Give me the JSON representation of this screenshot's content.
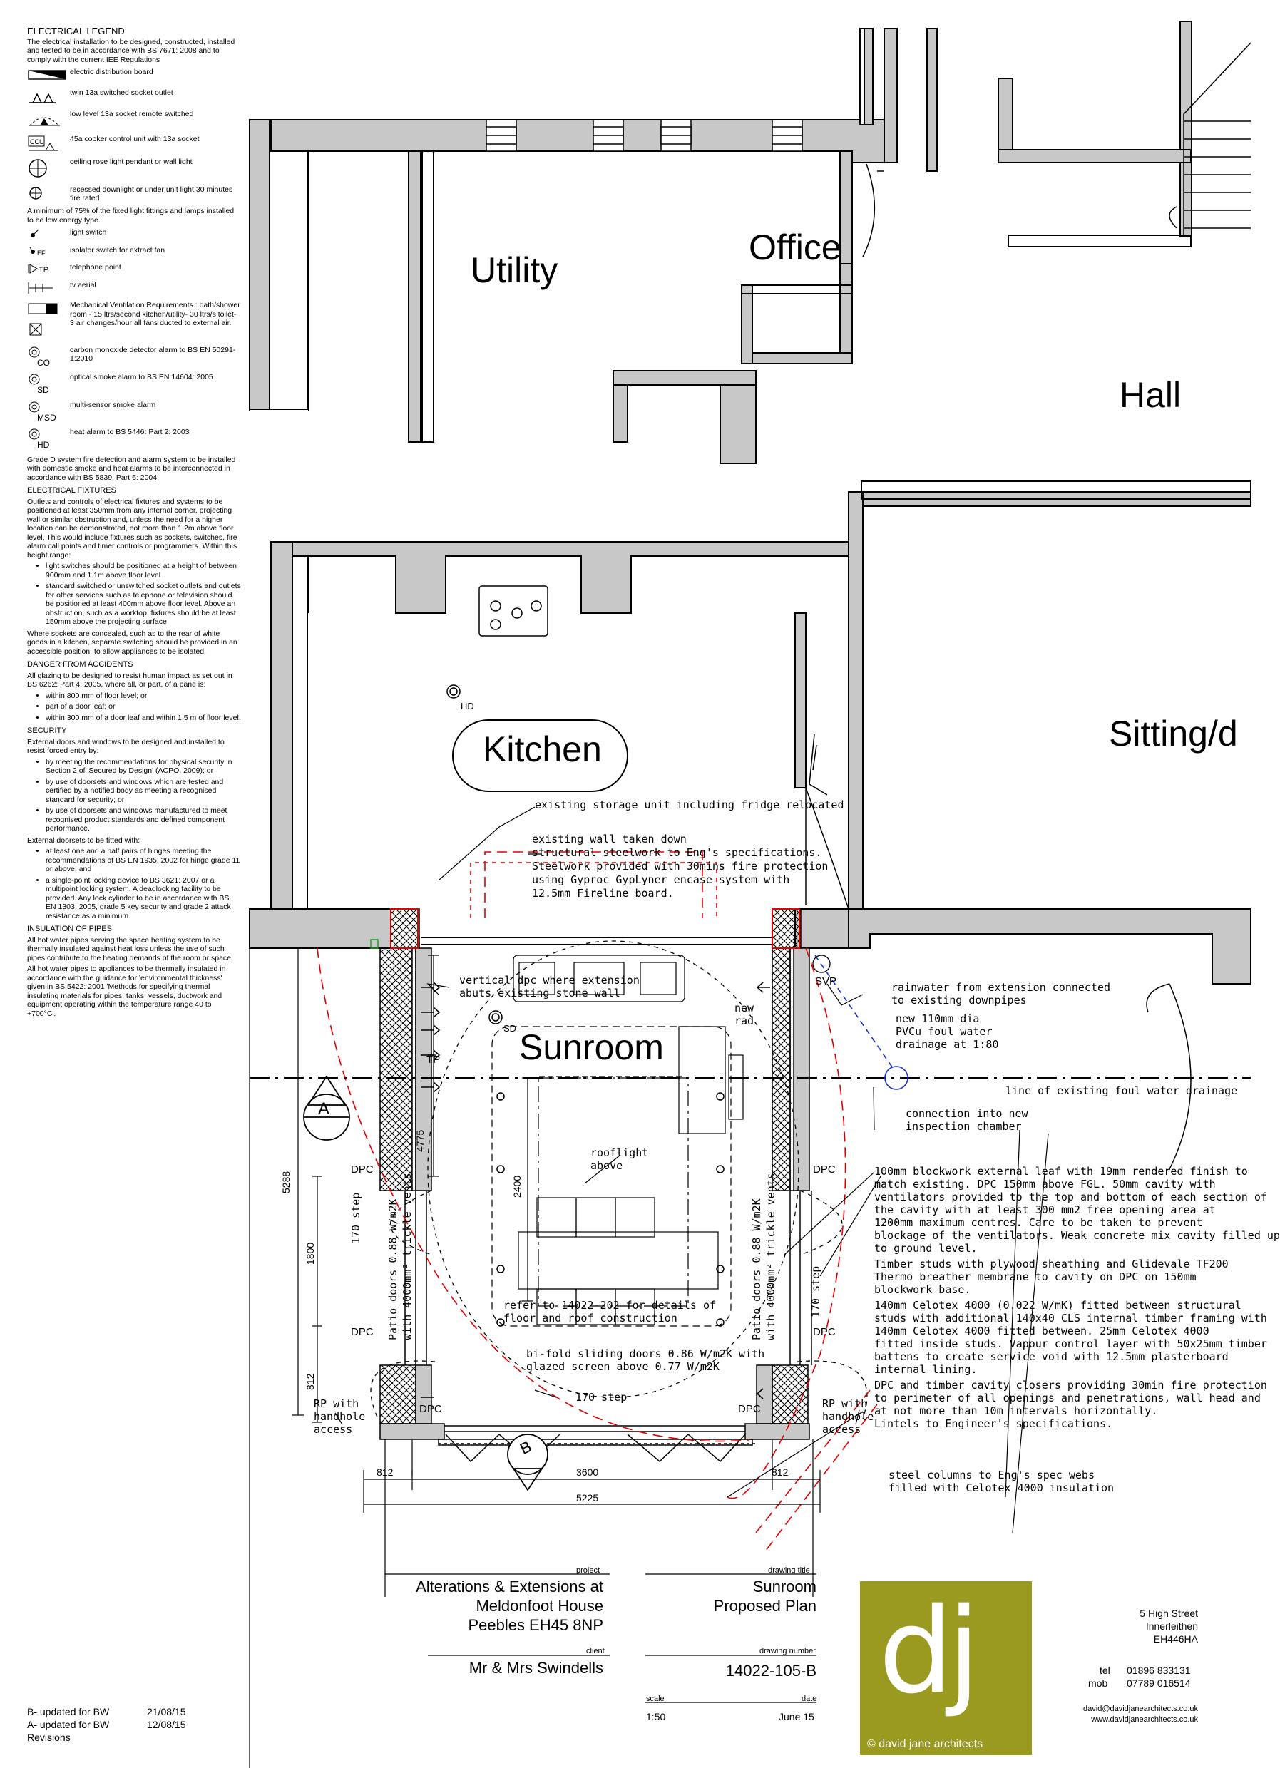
{
  "legend": {
    "title": "ELECTRICAL LEGEND",
    "intro": "The electrical installation to be designed, constructed, installed and tested to be in accordance with BS 7671: 2008 and to comply with the current IEE Regulations",
    "symbols": [
      {
        "icon": "distribution-board-icon",
        "label": "electric distribution board"
      },
      {
        "icon": "twin-socket-icon",
        "label": "twin 13a switched socket outlet"
      },
      {
        "icon": "low-level-socket-icon",
        "label": "low level 13a socket remote switched"
      },
      {
        "icon": "ccu-icon",
        "label": "45a cooker control unit with 13a socket",
        "code": "CCU"
      },
      {
        "icon": "ceiling-rose-icon",
        "label": "ceiling rose light pendant or wall light"
      },
      {
        "icon": "downlight-icon",
        "label": "recessed downlight or under unit light 30 minutes fire rated"
      }
    ],
    "lowenergy": "A minimum of 75% of the fixed light fittings and lamps installed to be low energy type.",
    "symbols2": [
      {
        "icon": "light-switch-icon",
        "label": "light switch"
      },
      {
        "icon": "isolator-switch-icon",
        "label": "isolator switch for extract fan",
        "code": "EF"
      },
      {
        "icon": "telephone-point-icon",
        "label": "telephone point",
        "code": "TP"
      },
      {
        "icon": "tv-aerial-icon",
        "label": "tv aerial"
      },
      {
        "icon": "extract-fan-icon",
        "label": "Mechanical Ventilation Requirements : bath/shower room - 15 ltrs/second kitchen/utility- 30 ltrs/s toilet- 3 air changes/hour all fans ducted to external air."
      },
      {
        "icon": "co-alarm-icon",
        "label": "carbon monoxide detector alarm to BS EN 50291-1:2010",
        "code": "CO"
      },
      {
        "icon": "smoke-alarm-icon",
        "label": "optical smoke alarm to BS EN 14604: 2005",
        "code": "SD"
      },
      {
        "icon": "multi-sensor-icon",
        "label": "multi-sensor smoke alarm",
        "code": "MSD"
      },
      {
        "icon": "heat-alarm-icon",
        "label": "heat alarm to BS 5446: Part 2: 2003",
        "code": "HD"
      }
    ],
    "gradeD": "Grade D system fire detection and alarm system to be installed with domestic smoke and heat alarms to be interconnected in accordance with BS 5839: Part 6: 2004.",
    "fixtures_title": "ELECTRICAL FIXTURES",
    "fixtures_text": "Outlets and controls of electrical fixtures and systems to be positioned at least 350mm from any internal corner, projecting wall or similar obstruction and, unless the need for a higher location can be demonstrated, not more than 1.2m above floor level. This would include fixtures such as sockets, switches, fire alarm call points and timer controls or programmers. Within this height range:",
    "fixtures_list": [
      "light switches should be positioned at a height of between 900mm and 1.1m above floor level",
      "standard switched or unswitched socket outlets and outlets for other services such as telephone or television should be positioned at least 400mm above floor level. Above an obstruction, such as a worktop, fixtures should be at least 150mm above the projecting surface"
    ],
    "fixtures_after": "Where sockets are concealed, such as to the rear of white goods in a kitchen, separate switching should be provided in an accessible position, to allow appliances to be isolated.",
    "danger_title": "DANGER FROM ACCIDENTS",
    "danger_text": "All glazing to be designed to resist human impact as set out in BS 6262: Part 4: 2005, where all, or part, of a pane is:",
    "danger_list": [
      "within 800 mm of floor level; or",
      "part of a door leaf; or",
      "within 300 mm of a door leaf and within 1.5 m of floor level."
    ],
    "security_title": "SECURITY",
    "security_text": "External doors and windows to be designed and installed to resist forced entry by:",
    "security_list": [
      "by meeting the recommendations for physical security in Section 2 of 'Secured by Design' (ACPO, 2009); or",
      "by use of doorsets and windows which are tested and certified by a notified body as meeting a recognised standard for security; or",
      "by use of doorsets and windows manufactured to meet recognised product standards and defined component  performance."
    ],
    "doorsets_text": "External doorsets to be fitted with:",
    "doorsets_list": [
      "at least one and a half pairs of hinges meeting the recommendations of BS EN 1935: 2002 for hinge grade 11 or above; and",
      "a single-point locking device to BS 3621: 2007 or a multipoint locking system. A  deadlocking facility to be provided. Any lock cylinder to be in accordance with BS EN 1303: 2005, grade 5 key security and grade 2 attack resistance as a minimum."
    ],
    "pipes_title": "INSULATION OF PIPES",
    "pipes_text1": "All hot water pipes serving the space heating system to be thermally insulated against heat loss unless the use of such pipes contribute to the heating demands of the room or space.",
    "pipes_text2": "All hot water pipes to appliances to be thermally insulated  in accordance with the guidance for 'environmental thickness' given in BS 5422: 2001 'Methods for specifying thermal insulating materials for pipes, tanks, vessels, ductwork and equipment operating within the temperature range 40 to +700°C'."
  },
  "rooms": {
    "utility": "Utility",
    "office": "Office",
    "hall": "Hall",
    "kitchen": "Kitchen",
    "sitting": "Sitting/d",
    "sunroom": "Sunroom"
  },
  "notes": {
    "storage": "existing storage unit including fridge relocated",
    "wall_down": [
      "existing wall taken down",
      "structural steelwork to Eng's specifications.",
      "Steelwork provided with 30mins fire protection",
      "using Gyproc GypLyner encase system with",
      "12.5mm Fireline board."
    ],
    "vertical_dpc": [
      "vertical dpc where extension",
      "abuts existing stone wall"
    ],
    "rainwater": [
      "rainwater from extension connected",
      "to existing downpipes"
    ],
    "new_rad": [
      "new",
      "rad"
    ],
    "svp": "SVP",
    "foul_water": [
      "new 110mm dia",
      "PVCu foul water",
      "drainage at 1:80"
    ],
    "line_drainage": "line of existing foul water drainage",
    "connection": [
      "connection into new",
      "inspection chamber"
    ],
    "rooflight": [
      "rooflight",
      "above"
    ],
    "patio_left": [
      "Patio doors 0.88 W/m2K",
      "with 4000mm² trickle vents"
    ],
    "patio_right": [
      "Patio doors 0.88 W/m2K",
      "with 4000mm² trickle vents"
    ],
    "refer": [
      "refer to 14022-202 for details of",
      "floor and roof construction"
    ],
    "bifold": [
      "bi-fold sliding doors 0.86 W/m2K with",
      "glazed screen above 0.77 W/m2K"
    ],
    "step_bottom": "170 step",
    "step_left": "170 step",
    "step_right": "170 step",
    "rp_left": [
      "RP with",
      "handhole",
      "access"
    ],
    "rp_right": [
      "RP with",
      "handhole",
      "access"
    ],
    "dpc": "DPC",
    "tp": "TP",
    "hd": "HD",
    "sd": "SD",
    "spec": [
      "100mm blockwork external leaf with 19mm rendered finish to",
      "match existing. DPC 150mm above FGL. 50mm cavity with",
      "ventilators provided to the top and bottom of each section of",
      "the cavity with at least 300 mm2 free opening area at",
      "1200mm maximum centres. Care to be taken to prevent",
      "blockage of the ventilators.  Weak concrete mix cavity filled up",
      "to ground level.",
      "Timber studs with plywood sheathing and Glidevale TF200",
      "Thermo breather membrane to cavity on DPC on 150mm",
      "blockwork base.",
      "140mm Celotex 4000 (0.022 W/mK) fitted between structural",
      "studs with additional 140x40 CLS internal timber framing with",
      "140mm Celotex 4000 fitted between. 25mm Celotex 4000",
      "fitted inside studs. Vapour control layer with 50x25mm timber",
      "battens to create service void with 12.5mm plasterboard",
      "internal lining.",
      " DPC and timber cavity closers providing 30min fire protection",
      "to perimeter of all openings and penetrations, wall head and",
      "at not more than 10m intervals horizontally.",
      "Lintels to Engineer's specifications."
    ],
    "steel": [
      "steel columns to Eng's spec webs",
      "filled with Celotex 4000 insulation"
    ]
  },
  "dims": {
    "d5288": "5288",
    "d4775": "4775",
    "d1800": "1800",
    "d812v": "812",
    "d2400": "2400",
    "d812a": "812",
    "d3600": "3600",
    "d812b": "812",
    "d5225": "5225"
  },
  "markers": {
    "a": "A",
    "b": "B"
  },
  "titleblock": {
    "project_label": "project",
    "project": [
      "Alterations & Extensions at",
      "Meldonfoot House",
      "Peebles EH45 8NP"
    ],
    "client_label": "client",
    "client": "Mr & Mrs Swindells",
    "title_label": "drawing title",
    "title": [
      "Sunroom",
      "Proposed Plan"
    ],
    "number_label": "drawing number",
    "number": "14022-105-B",
    "scale_label": "scale",
    "scale": "1:50",
    "date_label": "date",
    "date": "June 15",
    "logo": "dj",
    "copyright": "© david jane architects",
    "address": [
      "5 High Street",
      "Innerleithen",
      "EH446HA"
    ],
    "tel_label": "tel",
    "tel": "01896 833131",
    "mob_label": "mob",
    "mob": "07789 016514",
    "email": "david@davidjanearchitects.co.uk",
    "web": "www.davidjanearchitects.co.uk"
  },
  "revisions": {
    "b_text": "B- updated for BW",
    "b_date": "21/08/15",
    "a_text": "A- updated for BW",
    "a_date": "12/08/15",
    "label": "Revisions"
  },
  "colors": {
    "wall": "#c8c8c8",
    "red": "#e00000",
    "blue": "#1030d0",
    "logo": "#9a9a20"
  }
}
